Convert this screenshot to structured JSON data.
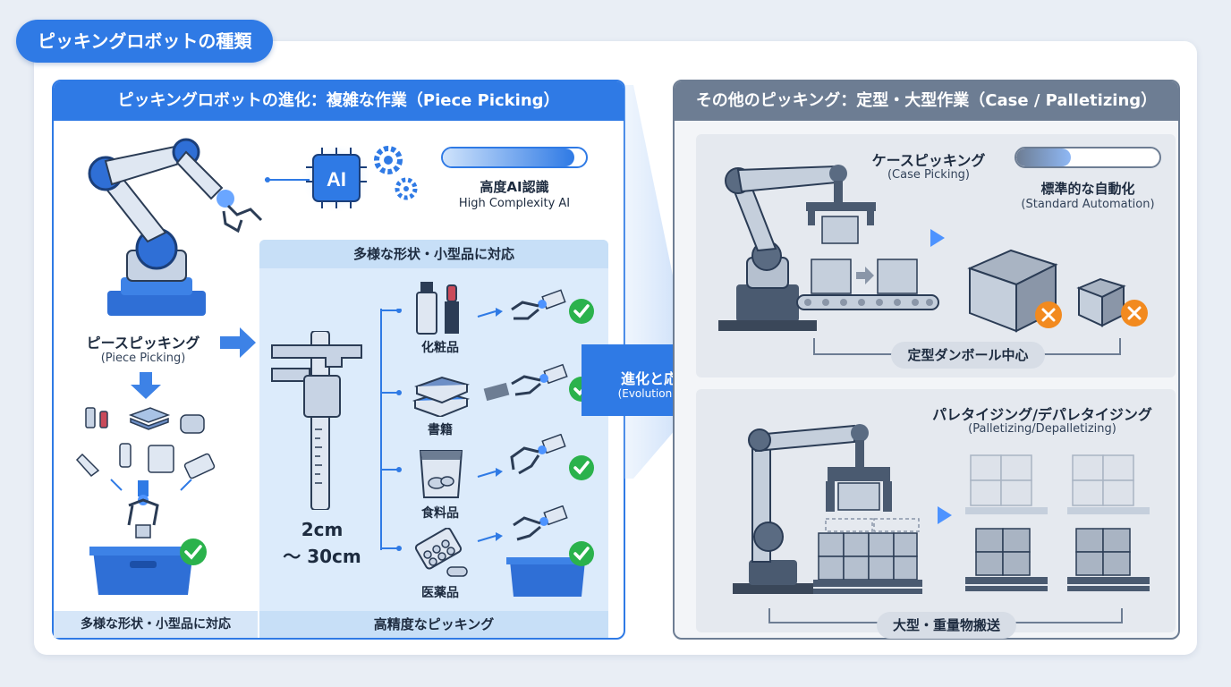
{
  "page_title": "ピッキングロボットの種類",
  "left_panel": {
    "header": "ピッキングロボットの進化：複雑な作業（Piece Picking）",
    "ai_label": "AI",
    "ai_caption_jp": "高度AI認識",
    "ai_caption_en": "High Complexity AI",
    "ai_level": 0.92,
    "robot_label_jp": "ピースピッキング",
    "robot_label_en": "(Piece Picking)",
    "inner_header": "多様な形状・小型品に対応",
    "size_range_line1": "2cm",
    "size_range_line2": "～ 30cm",
    "items": [
      "化粧品",
      "書籍",
      "食料品",
      "医薬品"
    ],
    "footer_left": "多様な形状・小型品に対応",
    "footer_inner": "高精度なピッキング"
  },
  "center_arrow": {
    "label_jp": "進化と応用範囲",
    "label_en": "(Evolution & Scope)"
  },
  "right_panel": {
    "header": "その他のピッキング：定型・大型作業（Case / Palletizing）",
    "case": {
      "title_jp": "ケースピッキング",
      "title_en": "(Case Picking)",
      "auto_jp": "標準的な自動化",
      "auto_en": "(Standard Automation)",
      "auto_level": 0.38,
      "footer": "定型ダンボール中心"
    },
    "pallet": {
      "title_jp": "パレタイジング/デパレタイジング",
      "title_en": "(Palletizing/Depalletizing)",
      "footer": "大型・重量物搬送"
    }
  },
  "colors": {
    "primary_blue": "#2f7ae5",
    "slate": "#6d7d93",
    "check_green": "#2bb24c",
    "cross_orange": "#f28a1f"
  }
}
